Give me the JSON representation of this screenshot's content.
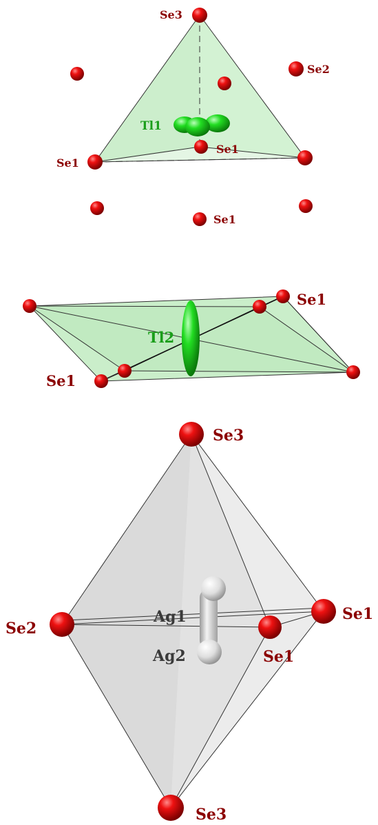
{
  "colors": {
    "atom_se": "#e10000",
    "atom_tl": "#22dd22",
    "atom_ag": "#e8e8e8",
    "poly_green": "#c9efc9",
    "poly_gray": "#d9d9d9",
    "label_red": "#8b0000",
    "label_green": "#1a9e1a",
    "label_gray": "#3a3a3a"
  },
  "panel1": {
    "labels": {
      "se3": "Se3",
      "se2": "Se2",
      "tl1": "Tl1",
      "se1_center": "Se1",
      "se1_left": "Se1",
      "se1_bottom": "Se1"
    }
  },
  "panel2": {
    "labels": {
      "se1_right": "Se1",
      "tl2": "Tl2",
      "se1_left": "Se1"
    }
  },
  "panel3": {
    "labels": {
      "se3_top": "Se3",
      "se2": "Se2",
      "ag1": "Ag1",
      "ag2": "Ag2",
      "se1_right": "Se1",
      "se1_mid": "Se1",
      "se3_bottom": "Se3"
    }
  }
}
